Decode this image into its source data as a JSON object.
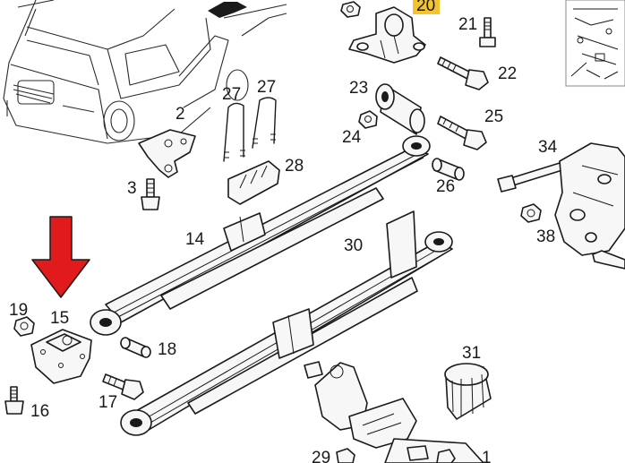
{
  "diagram": {
    "labels": {
      "p1": "1",
      "p2": "2",
      "p3": "3",
      "p14": "14",
      "p15": "15",
      "p16": "16",
      "p17": "17",
      "p18": "18",
      "p19": "19",
      "p20": "20",
      "p21": "21",
      "p22": "22",
      "p23": "23",
      "p24": "24",
      "p25": "25",
      "p26": "26",
      "p27a": "27",
      "p27b": "27",
      "p28": "28",
      "p29": "29",
      "p30": "30",
      "p31": "31",
      "p34": "34",
      "p38": "38"
    },
    "highlight_color": "#f4c430",
    "arrow_color": "#e11b1b",
    "arrow_target": "15"
  }
}
